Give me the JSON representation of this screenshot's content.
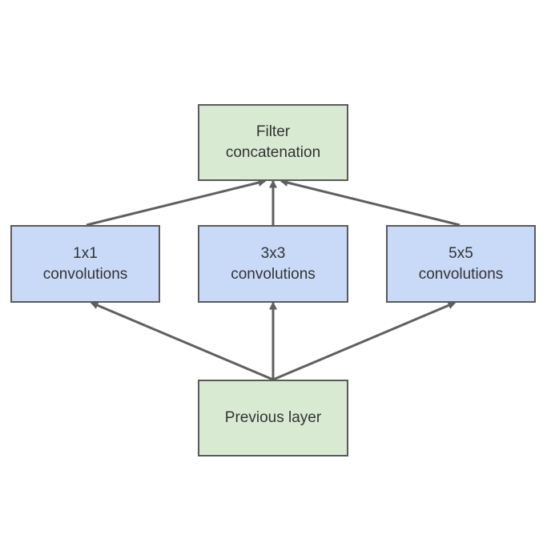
{
  "nodes": {
    "filter_concat": {
      "label": "Filter\nconcatenation",
      "color": "#d9ead3"
    },
    "conv_1x1": {
      "label": "1x1\nconvolutions",
      "color": "#c9daf8"
    },
    "conv_3x3": {
      "label": "3x3\nconvolutions",
      "color": "#c9daf8"
    },
    "conv_5x5": {
      "label": "5x5\nconvolutions",
      "color": "#c9daf8"
    },
    "previous_layer": {
      "label": "Previous layer",
      "color": "#d9ead3"
    }
  },
  "edges": [
    {
      "from": "previous_layer",
      "to": "conv_1x1"
    },
    {
      "from": "previous_layer",
      "to": "conv_3x3"
    },
    {
      "from": "previous_layer",
      "to": "conv_5x5"
    },
    {
      "from": "conv_1x1",
      "to": "filter_concat"
    },
    {
      "from": "conv_3x3",
      "to": "filter_concat"
    },
    {
      "from": "conv_5x5",
      "to": "filter_concat"
    }
  ],
  "colors": {
    "edge": "#5f5f5f",
    "border": "#5a5a5a",
    "text": "#333333"
  }
}
